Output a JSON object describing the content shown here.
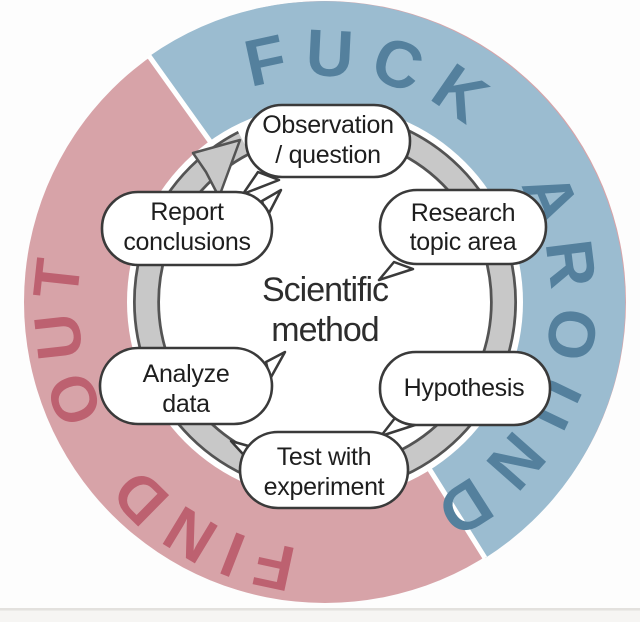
{
  "meme": {
    "outer_ring": {
      "blue_label": "FUCK AROUND",
      "pink_label": "FIND OUT"
    },
    "center": {
      "line1": "Scientific",
      "line2": "method"
    },
    "steps": [
      {
        "name": "observation-question",
        "line1": "Observation",
        "line2": "/ question"
      },
      {
        "name": "research-topic-area",
        "line1": "Research",
        "line2": "topic area"
      },
      {
        "name": "hypothesis",
        "line1": "Hypothesis",
        "line2": ""
      },
      {
        "name": "test-with-experiment",
        "line1": "Test with",
        "line2": "experiment"
      },
      {
        "name": "analyze-data",
        "line1": "Analyze",
        "line2": "data"
      },
      {
        "name": "report-conclusions",
        "line1": "Report",
        "line2": "conclusions"
      }
    ]
  },
  "colors": {
    "blue_segment": "#9bbcd0",
    "blue_text": "#54809d",
    "pink_segment": "#d7a3a8",
    "pink_text": "#bd6170",
    "arrow_gray": "#c8c8c8",
    "arrow_outline": "#545454",
    "bubble_fill": "#ffffff",
    "bubble_outline": "#3a3a3a",
    "separator_white": "#ffffff"
  }
}
